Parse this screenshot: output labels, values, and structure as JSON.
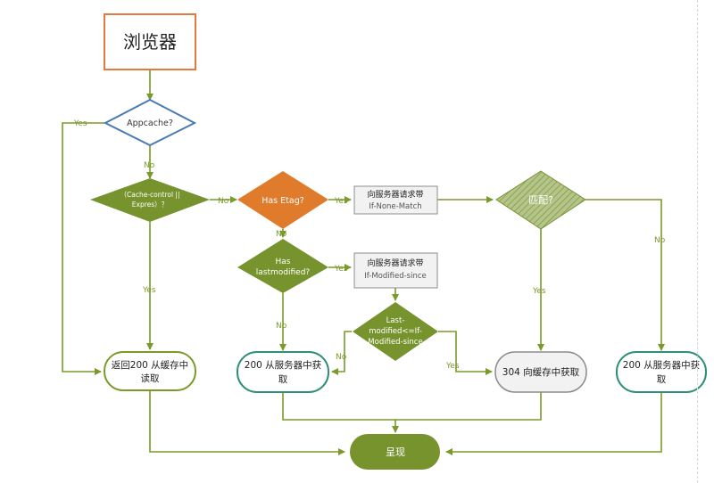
{
  "colors": {
    "line": "#7a9a2a",
    "start_stroke": "#e07b39",
    "appcache_stroke": "#4a7ab5",
    "olive": "#77932e",
    "orange": "#e07b2c",
    "gray_box": "#f2f2f2",
    "gray_stroke": "#8c8c8c",
    "teal_stroke": "#2f8f78"
  },
  "nodes": {
    "start": "浏览器",
    "appcache": "Appcache?",
    "cache_control": [
      "（Cache-control ||",
      "Expres）？"
    ],
    "has_etag": "Has Etag?",
    "req_etag": [
      "向服务器请求带",
      "If-None-Match"
    ],
    "match": "匹配?",
    "has_lastmodified": [
      "Has",
      "lastmodified?"
    ],
    "req_modified": [
      "向服务器请求带",
      "If-Modified-since"
    ],
    "last_modified_cmp": [
      "Last-",
      "modified<=If-",
      "Modified-since"
    ],
    "return_cache": [
      "返回200 从缓存中",
      "读取"
    ],
    "server_200_left": [
      "200 从服务器中获",
      "取"
    ],
    "cache_304": "304 向缓存中获取",
    "server_200_right": [
      "200 从服务器中获",
      "取"
    ],
    "render": "呈现"
  },
  "labels": {
    "appcache_yes": "Yes",
    "appcache_no": "No",
    "cc_yes": "Yes",
    "cc_no": "No",
    "etag_yes": "Yes",
    "etag_no": "No",
    "lm_yes": "Yes",
    "lm_no": "No",
    "cmp_no": "No",
    "cmp_yes": "Yes",
    "match_yes": "Yes",
    "match_no": "No"
  }
}
